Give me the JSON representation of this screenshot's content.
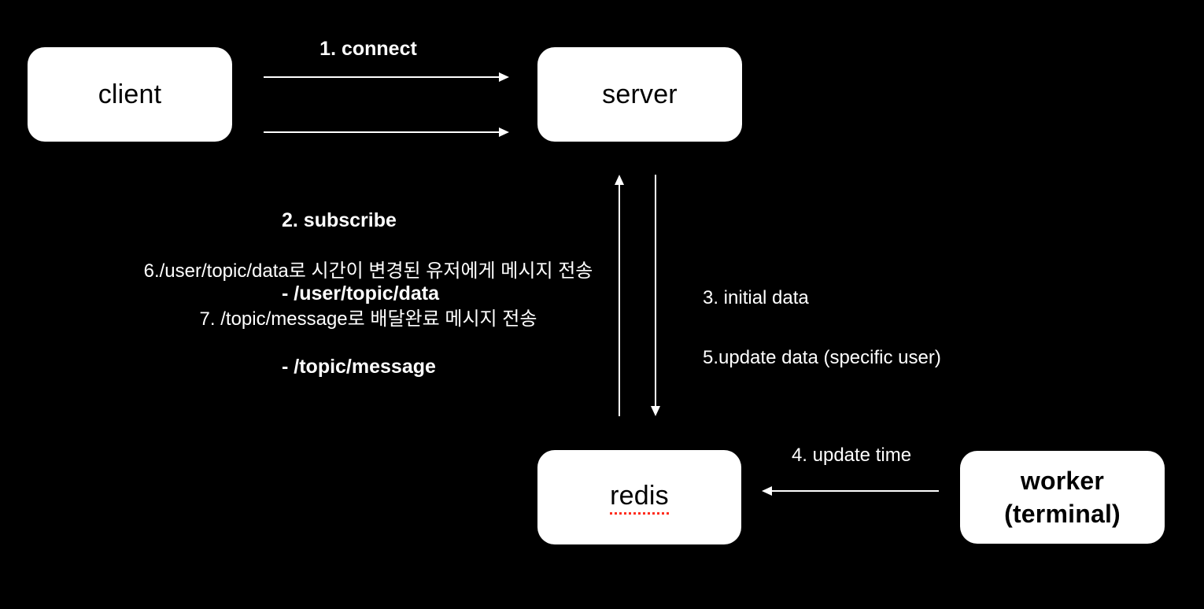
{
  "diagram": {
    "background_color": "#000000",
    "node_fill_color": "#ffffff",
    "node_text_color": "#000000",
    "label_text_color": "#ffffff",
    "redis_underline_color": "#ff2d1e"
  },
  "nodes": {
    "client": {
      "label": "client"
    },
    "server": {
      "label": "server"
    },
    "redis": {
      "label": "redis"
    },
    "worker": {
      "label_line1": "worker",
      "label_line2": "(terminal)"
    }
  },
  "labels": {
    "connect": "1. connect",
    "subscribe_line1": "2. subscribe",
    "subscribe_line2": "- /user/topic/data",
    "subscribe_line3": "- /topic/message",
    "initial_data": "3. initial data",
    "update_time": "4. update time",
    "update_data": "5.update data (specific user)",
    "korean_6": "6./user/topic/data로 시간이 변경된 유저에게 메시지 전송",
    "korean_7": "7. /topic/message로 배달완료 메시지 전송"
  },
  "arrows": [
    {
      "name": "connect-arrow",
      "from": "client",
      "to": "server",
      "direction": "right"
    },
    {
      "name": "subscribe-arrow",
      "from": "client",
      "to": "server",
      "direction": "right"
    },
    {
      "name": "redis-to-server-arrow",
      "from": "redis",
      "to": "server",
      "direction": "up"
    },
    {
      "name": "server-to-redis-arrow",
      "from": "server",
      "to": "redis",
      "direction": "down"
    },
    {
      "name": "update-time-arrow",
      "from": "worker",
      "to": "redis",
      "direction": "left"
    }
  ]
}
